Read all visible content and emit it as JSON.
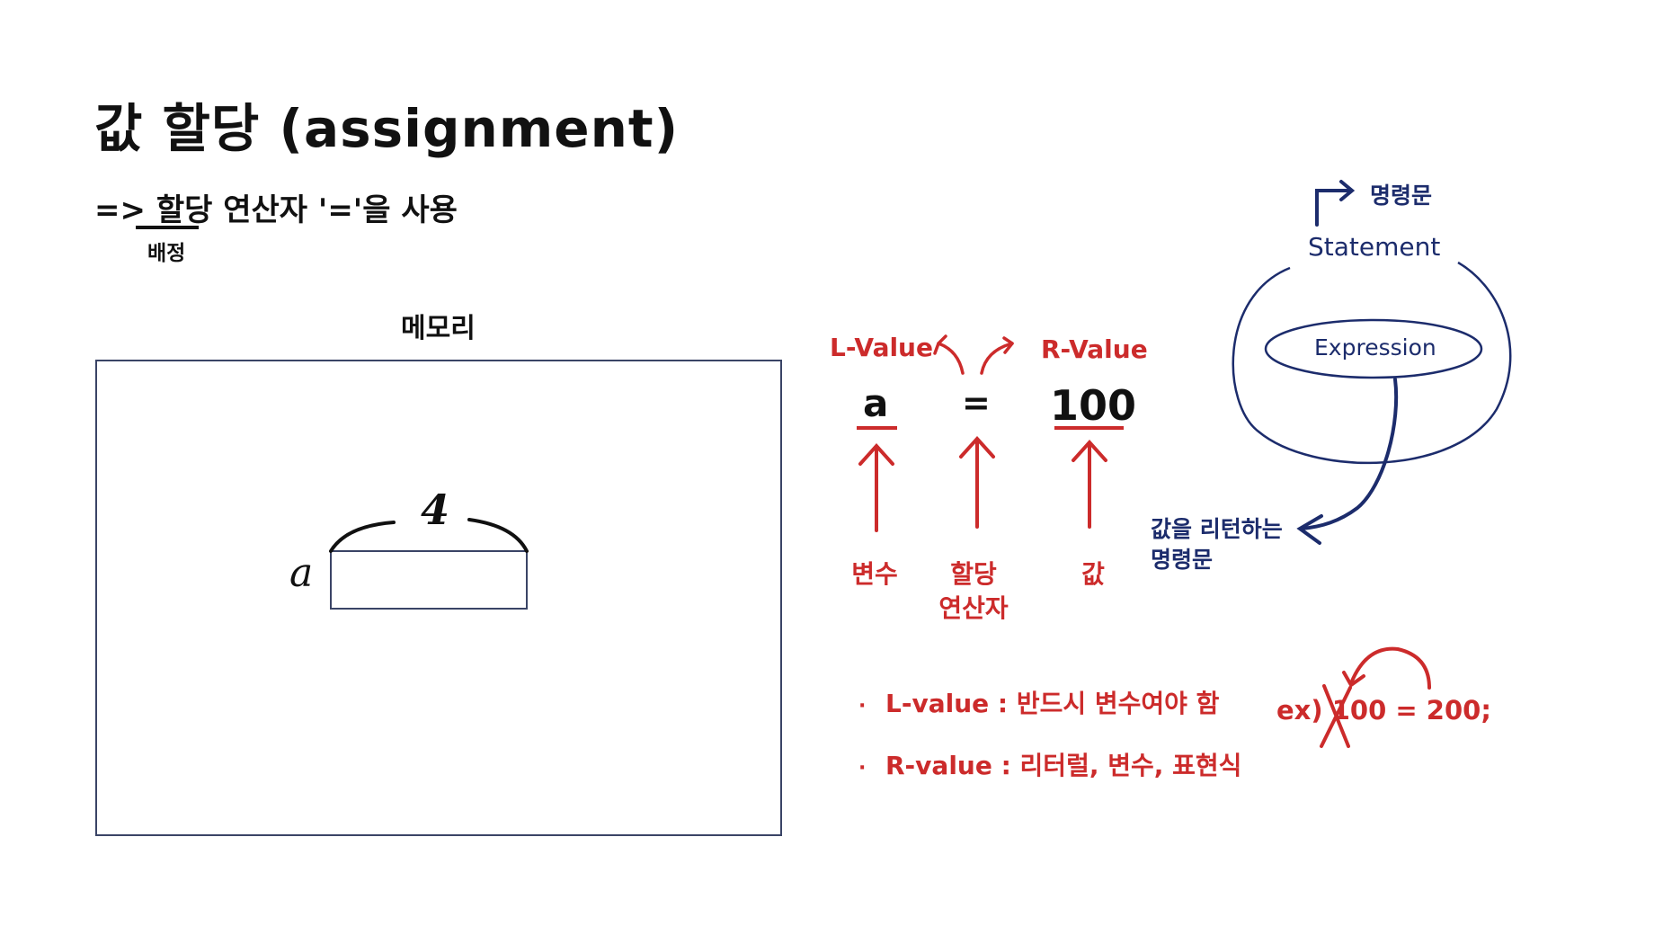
{
  "title": "값 할당 (assignment)",
  "subtitle": {
    "prefix": "=>",
    "keyword": "할당",
    "rest": "연산자 '='을 사용",
    "keyword_note": "배정"
  },
  "memory": {
    "label": "메모리",
    "variable_name": "a",
    "cell_size": "4"
  },
  "assignment_diagram": {
    "l_value_label": "L-Value",
    "r_value_label": "R-Value",
    "left_operand": "a",
    "operator": "=",
    "right_operand": "100",
    "labels": {
      "variable": "변수",
      "operator": "할당\n연산자",
      "value": "값"
    }
  },
  "notes": [
    {
      "bullet": "·",
      "text": "L-value : 반드시 변수여야 함"
    },
    {
      "bullet": "·",
      "text": "R-value : 리터럴, 변수, 표현식"
    }
  ],
  "example": {
    "prefix": "ex)",
    "crossed": "100",
    "rest": "= 200;"
  },
  "statement_diagram": {
    "statement": "Statement",
    "statement_ko": "명령문",
    "expression": "Expression",
    "expression_ko": "값을 리턴하는\n명령문"
  },
  "colors": {
    "text": "#111111",
    "red_annotation": "#cc2b2b",
    "navy_annotation": "#1c2c6c",
    "box_border": "#3a4466"
  }
}
